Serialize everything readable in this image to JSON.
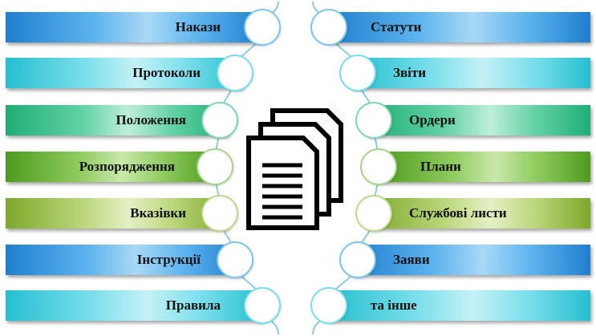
{
  "left_items": [
    {
      "label": "Накази",
      "color": "blue"
    },
    {
      "label": "Протоколи",
      "color": "cyan"
    },
    {
      "label": "Положення",
      "color": "teal"
    },
    {
      "label": "Розпорядження",
      "color": "green"
    },
    {
      "label": "Вказівки",
      "color": "lime"
    },
    {
      "label": "Інструкції",
      "color": "blue"
    },
    {
      "label": "Правила",
      "color": "cyan"
    }
  ],
  "right_items": [
    {
      "label": "Статути",
      "color": "blue"
    },
    {
      "label": "Звіти",
      "color": "cyan"
    },
    {
      "label": "Ордери",
      "color": "teal"
    },
    {
      "label": "Плани",
      "color": "green"
    },
    {
      "label": "Службові листи",
      "color": "lime"
    },
    {
      "label": "Заяви",
      "color": "blue"
    },
    {
      "label": "та інше",
      "color": "cyan"
    }
  ],
  "center_icon": "documents-icon",
  "colors": {
    "blue": [
      "#1f7fd0",
      "#5eb4ee",
      "#a9d8f7"
    ],
    "cyan": [
      "#25bfd0",
      "#7fe0ec",
      "#c4f1f6"
    ],
    "teal": [
      "#1fae75",
      "#63d2a4",
      "#bdeed9"
    ],
    "green": [
      "#4d9c1e",
      "#8fcb5e",
      "#c9e8a9"
    ],
    "lime": [
      "#7da82a",
      "#bcd77c",
      "#e4f0c4"
    ]
  }
}
